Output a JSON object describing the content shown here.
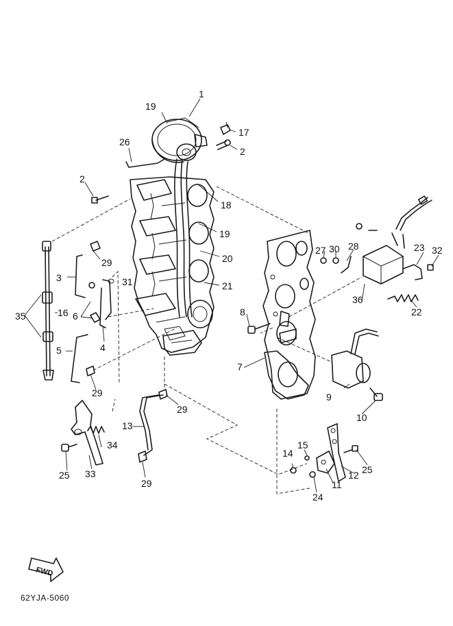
{
  "diagram": {
    "code": "62YJA-5060",
    "fwd_label": "FWD",
    "callouts": [
      "1",
      "2",
      "2",
      "3",
      "4",
      "5",
      "6",
      "7",
      "8",
      "9",
      "10",
      "11",
      "12",
      "13",
      "14",
      "15",
      "16",
      "17",
      "18",
      "19",
      "19",
      "20",
      "21",
      "22",
      "23",
      "24",
      "25",
      "25",
      "26",
      "27",
      "28",
      "29",
      "29",
      "29",
      "29",
      "30",
      "31",
      "32",
      "33",
      "34",
      "35",
      "36"
    ]
  }
}
